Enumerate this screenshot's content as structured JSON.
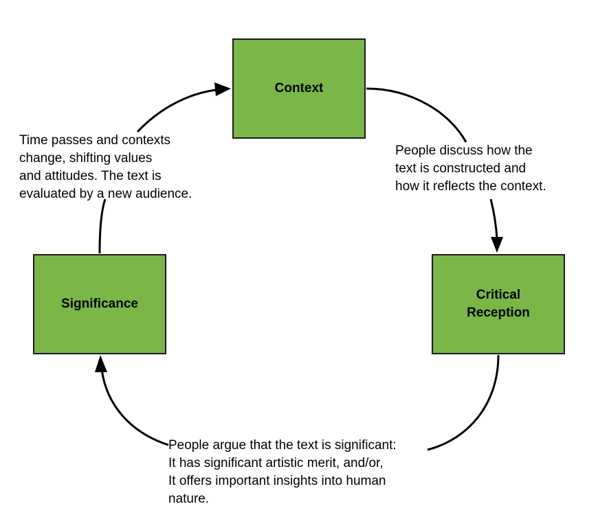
{
  "colors": {
    "node_fill": "#7ab648",
    "node_border": "#1a1a1a",
    "arrow": "#000000",
    "text": "#000000"
  },
  "nodes": {
    "context": "Context",
    "critical_reception": "Critical\nReception",
    "significance": "Significance"
  },
  "edges": {
    "significance_to_context": "Time passes and contexts\nchange, shifting values\nand attitudes. The text is\nevaluated by a new audience.",
    "context_to_critical": "People discuss how the\ntext is constructed and\nhow it reflects the context.",
    "critical_to_significance": "People argue that the text is significant:\nIt has significant artistic merit, and/or,\nIt offers important insights into human\nnature."
  }
}
